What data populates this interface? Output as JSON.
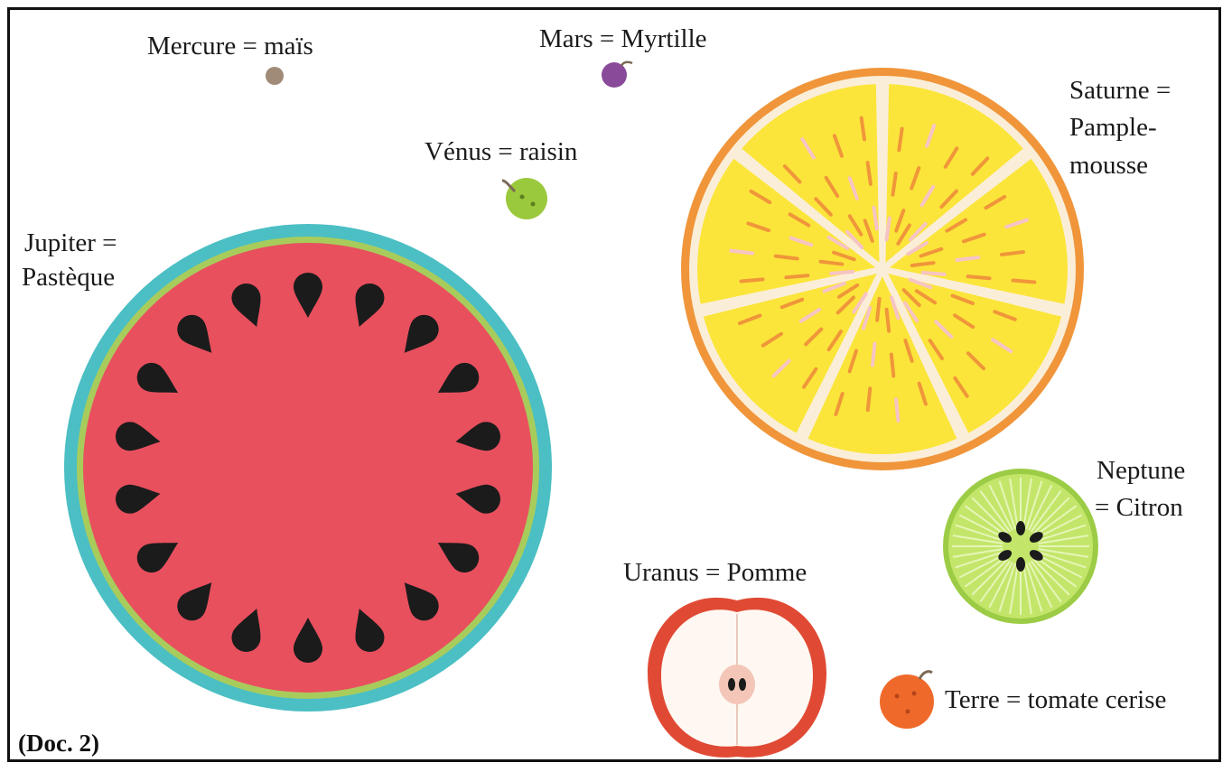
{
  "doc_label": "(Doc. 2)",
  "planets": {
    "mercure": {
      "line1": "Mercure = maïs"
    },
    "mars": {
      "line1": "Mars = Myrtille"
    },
    "venus": {
      "line1": "Vénus =  raisin"
    },
    "jupiter": {
      "line1": "Jupiter =",
      "line2": "Pastèque"
    },
    "saturne": {
      "line1": "Saturne =",
      "line2": "Pample-",
      "line3": "mousse"
    },
    "neptune": {
      "line1": "Neptune",
      "line2": "= Citron"
    },
    "uranus": {
      "line1": "Uranus = Pomme"
    },
    "terre": {
      "line1": "Terre = tomate cerise"
    }
  },
  "colors": {
    "watermelon_rind": "#4bbfc4",
    "watermelon_inner_rind": "#a8cc5c",
    "watermelon_flesh": "#e8505e",
    "seed": "#1b1b1b",
    "grapefruit_peel": "#f0953a",
    "grapefruit_flesh": "#fbe53a",
    "lime": "#a5d64c",
    "apple_skin": "#e04a34",
    "apple_flesh": "#fff8f2",
    "tomato": "#ef6a2a",
    "grape": "#9bc93d",
    "blueberry": "#8a4a9a",
    "corn": "#a08a78"
  },
  "icons": [
    "watermelon",
    "grapefruit",
    "lime",
    "apple",
    "cherry-tomato",
    "grape",
    "blueberry",
    "corn-kernel"
  ]
}
